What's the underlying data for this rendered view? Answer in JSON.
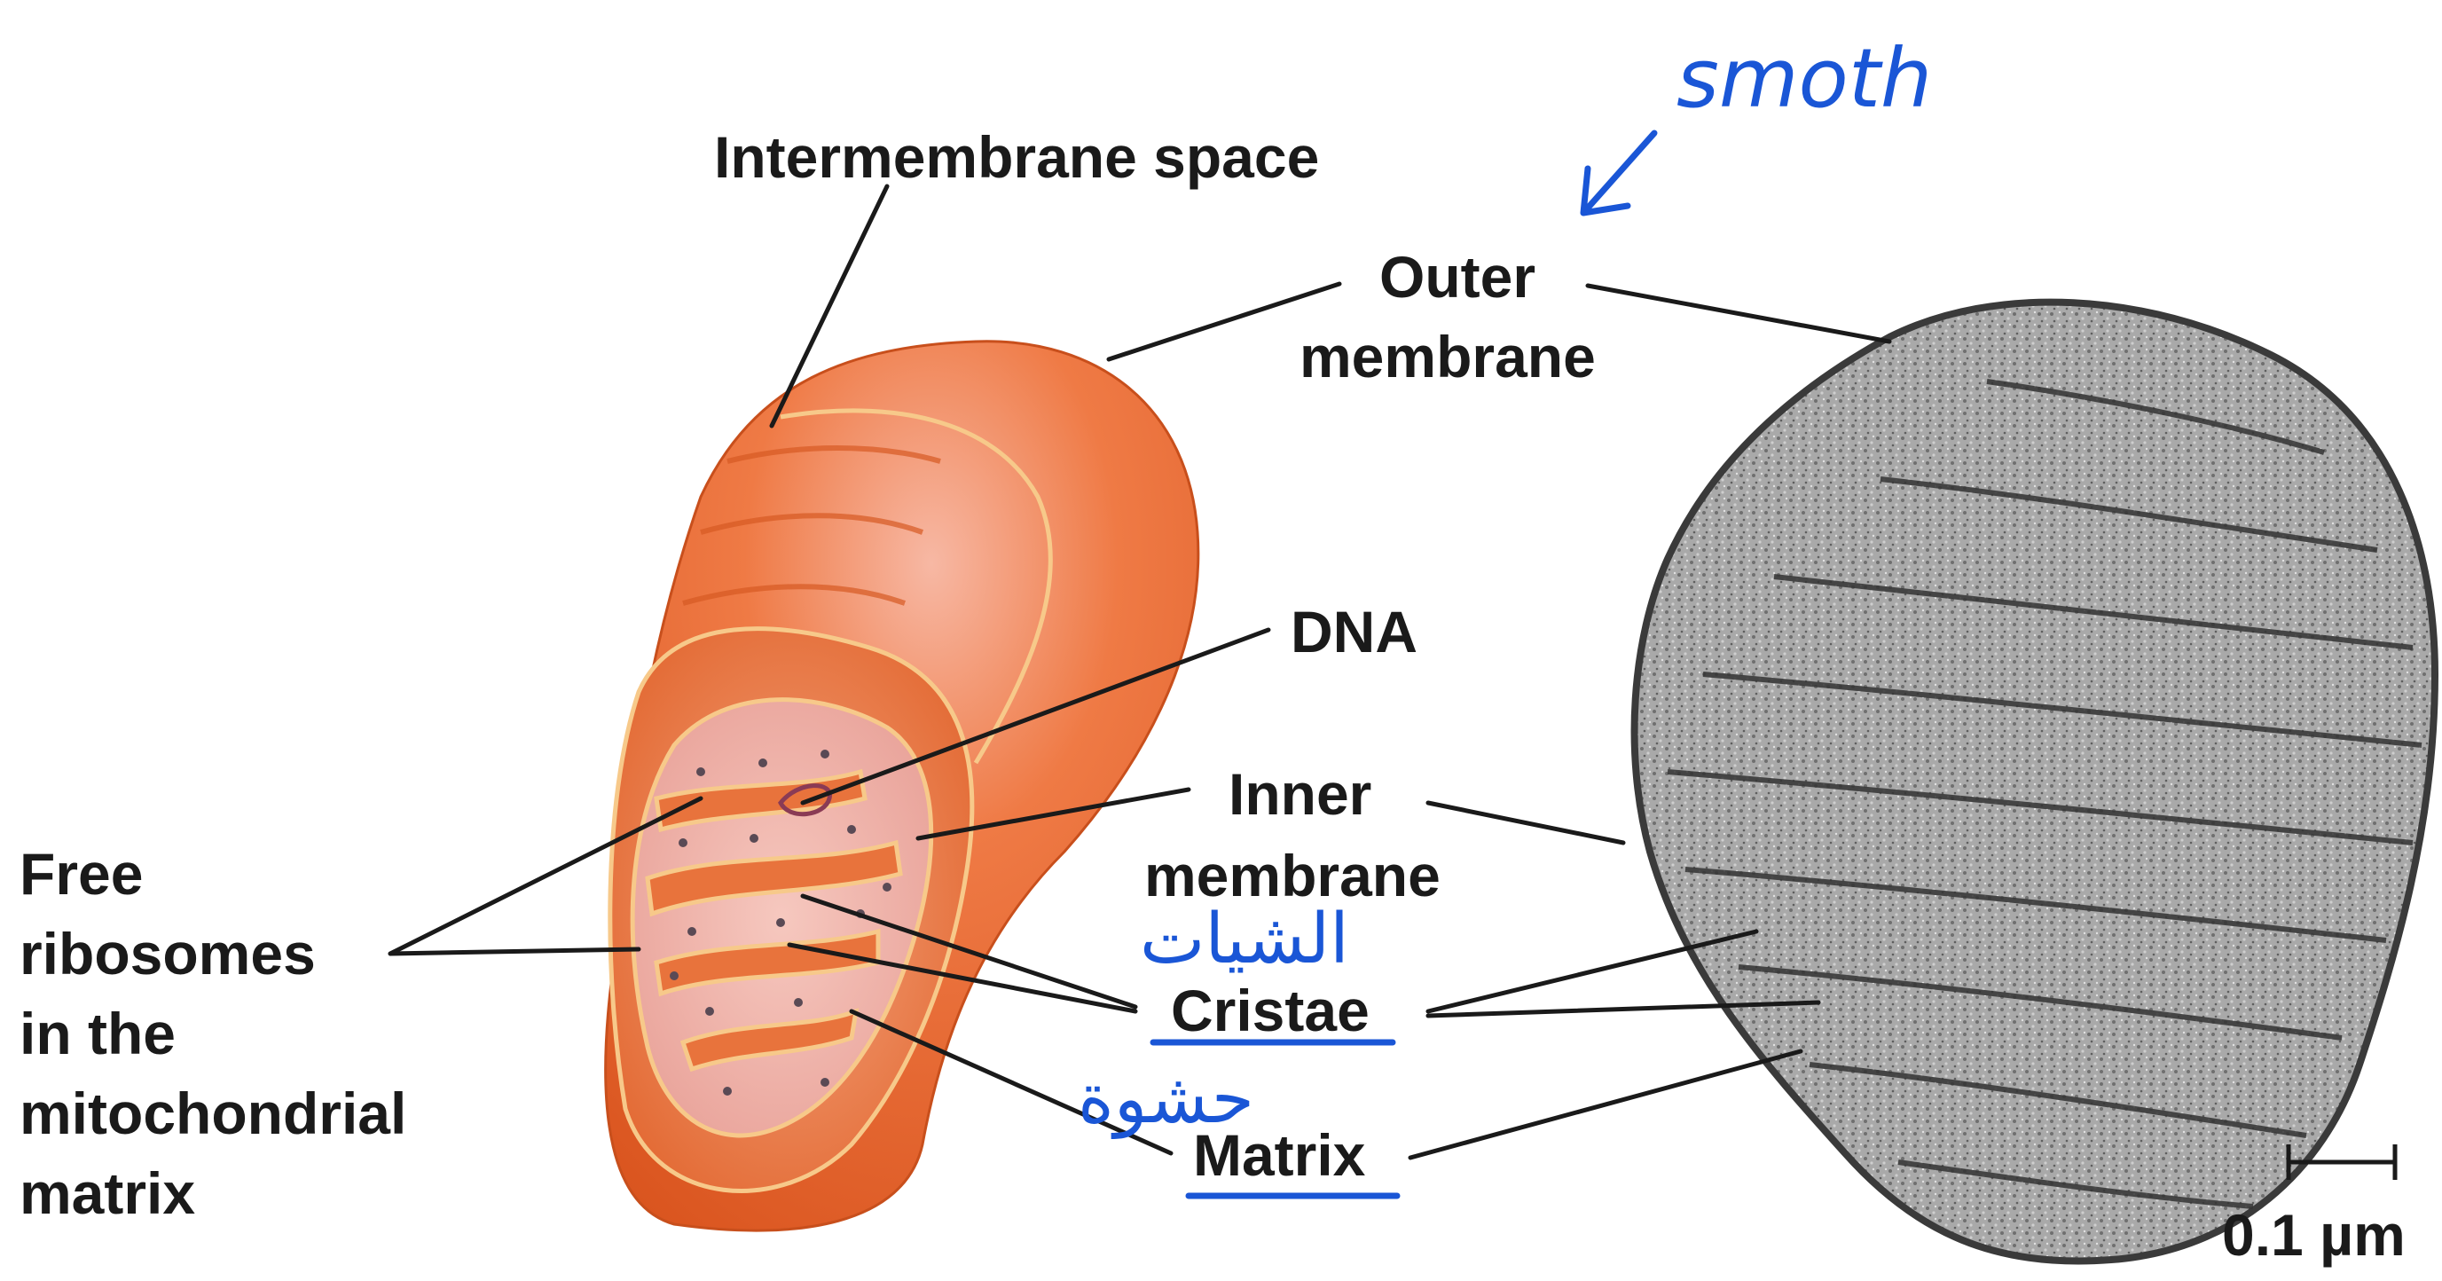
{
  "labels": {
    "intermembrane_space": "Intermembrane space",
    "outer_line1": "Outer",
    "outer_line2": "membrane",
    "dna": "DNA",
    "inner_line1": "Inner",
    "inner_line2": "membrane",
    "cristae": "Cristae",
    "matrix": "Matrix",
    "free_line1": "Free",
    "free_line2": "ribosomes",
    "free_line3": "in the",
    "free_line4": "mitochondrial",
    "free_line5": "matrix",
    "scale_bar": "0.1 µm"
  },
  "annotations": {
    "smooth_note": "smoth",
    "cristae_arabic": "الشيات",
    "matrix_arabic": "حشوة"
  },
  "colors": {
    "label_text": "#1a1a1a",
    "handwriting": "#1a56d6",
    "mito_outer": "#e8652a",
    "mito_highlight": "#f4b9a3",
    "membrane_line": "#f7c98a",
    "matrix_fill": "#f0b7b0",
    "micrograph": "#8d8d8d"
  }
}
